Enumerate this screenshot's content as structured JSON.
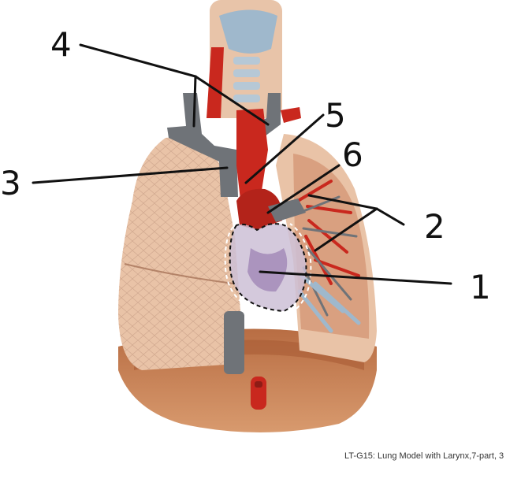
{
  "labels": [
    {
      "id": "label-1",
      "text": "1"
    },
    {
      "id": "label-2",
      "text": "2"
    },
    {
      "id": "label-3",
      "text": "3"
    },
    {
      "id": "label-4",
      "text": "4"
    },
    {
      "id": "label-5",
      "text": "5"
    },
    {
      "id": "label-6",
      "text": "6"
    }
  ],
  "caption": "LT-G15: Lung Model with Larynx,7-part, 3",
  "colors": {
    "lung_tissue": "#e9c3a7",
    "artery_red": "#c9281e",
    "vein_gray": "#6f7378",
    "cartilage_blue": "#9fb8cc",
    "diaphragm": "#cf8a5c",
    "leader_line": "#111111"
  }
}
